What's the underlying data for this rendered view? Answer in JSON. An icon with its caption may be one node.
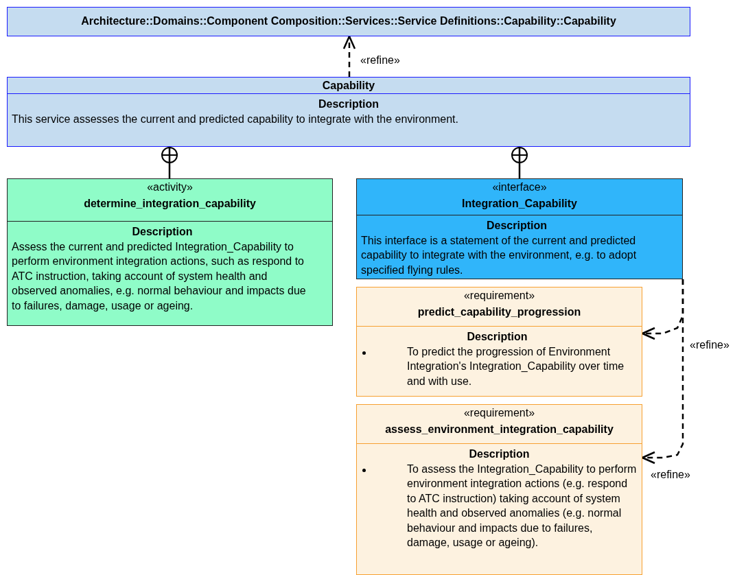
{
  "diagram": {
    "nodes": [
      {
        "text": [
          "Architecture::Domains::Component Composition::Services::Service Definitions::Capability::Capability"
        ]
      },
      {
        "text": [
          "Capability",
          "Description",
          "This service assesses the current and predicted capability to integrate with the environment."
        ]
      },
      {
        "text": [
          "«activity»",
          "determine_integration_capability",
          "Description",
          "Assess the current and predicted Integration_Capability to perform environment integration actions, such as respond to ATC instruction, taking account of system health and observed anomalies, e.g. normal behaviour and impacts due to failures, damage, usage or ageing."
        ]
      },
      {
        "text": [
          "«interface»",
          "Integration_Capability",
          "Description",
          "This interface is a statement of the current and predicted capability to integrate with the environment, e.g. to adopt specified flying rules."
        ]
      },
      {
        "text": [
          "«requirement»",
          "predict_capability_progression",
          "Description",
          "To predict the progression of Environment Integration's Integration_Capability over time and with use."
        ]
      },
      {
        "text": [
          "«requirement»",
          "assess_environment_integration_capability",
          "Description",
          "To assess the Integration_Capability to perform environment integration actions (e.g. respond to ATC instruction) taking account of system health and observed anomalies (e.g. normal behaviour and impacts due to failures, damage, usage or ageing)."
        ]
      }
    ],
    "edges": [
      {
        "from": 1,
        "to": 0,
        "arrow": "to",
        "style": "dashed",
        "label": "«refine»"
      },
      {
        "from": 1,
        "to": 2,
        "arrow": "other"
      },
      {
        "from": 1,
        "to": 3,
        "arrow": "other"
      },
      {
        "from": 3,
        "to": 4,
        "arrow": "to",
        "style": "dashed",
        "label": "«refine»"
      },
      {
        "from": 3,
        "to": 5,
        "arrow": "to",
        "style": "dashed",
        "label": "«refine»"
      }
    ]
  }
}
